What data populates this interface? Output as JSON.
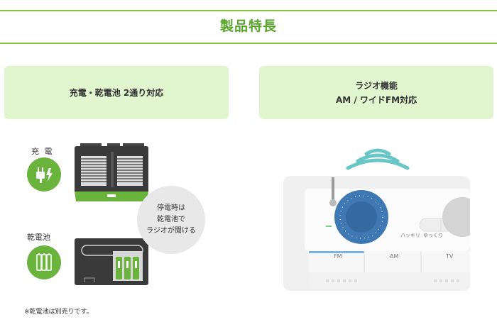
{
  "header": {
    "title": "製品特長"
  },
  "features": [
    {
      "lines": [
        "充電・乾電池 2通り対応"
      ]
    },
    {
      "lines": [
        "ラジオ機能",
        "AM / ワイドFM対応"
      ]
    }
  ],
  "power": {
    "charge_label": "充 電",
    "battery_label": "乾電池",
    "bubble_lines": [
      "停電時は",
      "乾電池で",
      "ラジオが聞ける"
    ]
  },
  "radio": {
    "bands": [
      "FM",
      "AM",
      "TV"
    ],
    "knob_labels": [
      "ハッキリ",
      "ゆっくり"
    ]
  },
  "footnote": "※乾電池は別売りです。",
  "colors": {
    "accent_green": "#5aa52c",
    "line_green": "#8dc63f",
    "card_bg": "#e1f5cf",
    "icon_green": "#6ab43d",
    "dial_blue": "#3f79b4",
    "wave_teal": "#69c6c6"
  },
  "icons": [
    "plug-icon",
    "battery-icon",
    "radio-wave-icon"
  ]
}
